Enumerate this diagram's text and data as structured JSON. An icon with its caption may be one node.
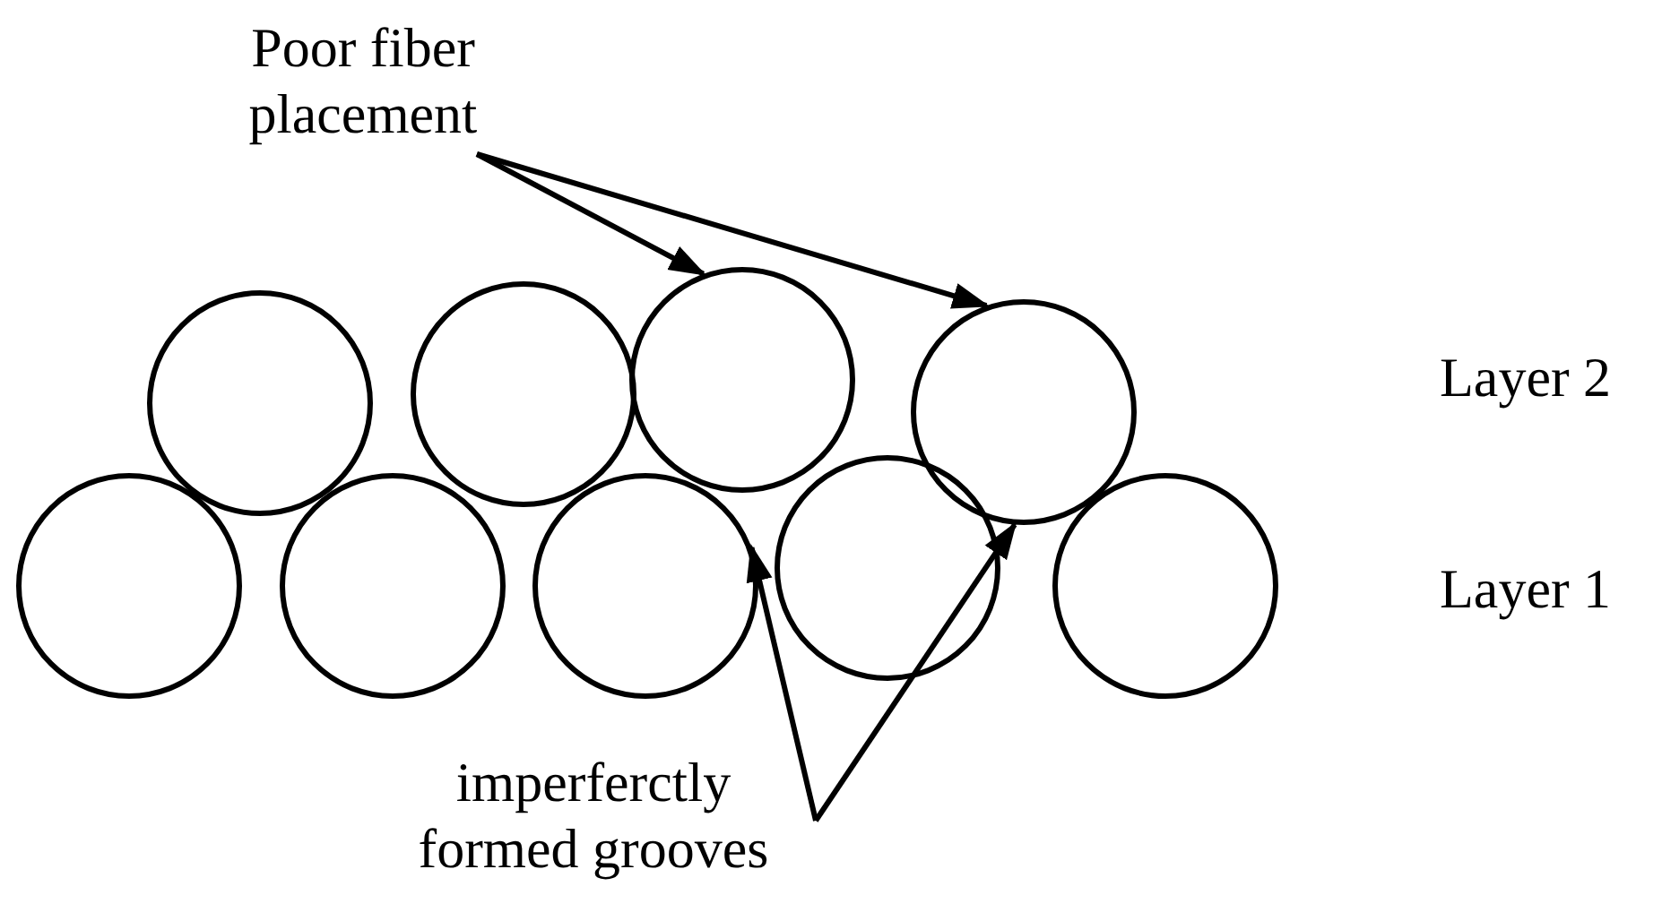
{
  "diagram": {
    "nodes": [
      {
        "text": [
          "Poor fiber placement"
        ]
      },
      {
        "text": [],
        "shape": "circle"
      },
      {
        "text": [],
        "shape": "circle"
      },
      {
        "text": [],
        "shape": "circle"
      },
      {
        "text": [],
        "shape": "circle"
      },
      {
        "text": [],
        "shape": "circle"
      },
      {
        "text": [],
        "shape": "circle"
      },
      {
        "text": [],
        "shape": "circle"
      },
      {
        "text": [],
        "shape": "circle"
      },
      {
        "text": [],
        "shape": "circle"
      },
      {
        "text": [
          "imperferctly formed grooves"
        ]
      }
    ],
    "edges": [
      {
        "from": 0,
        "to": 3,
        "arrow": "to"
      },
      {
        "from": 0,
        "to": 4,
        "arrow": "to"
      },
      {
        "from": 10,
        "to": 7,
        "arrow": "to"
      },
      {
        "from": 10,
        "to": 4,
        "arrow": "to"
      }
    ],
    "labels": [
      "Layer 2",
      "Layer 1"
    ]
  }
}
